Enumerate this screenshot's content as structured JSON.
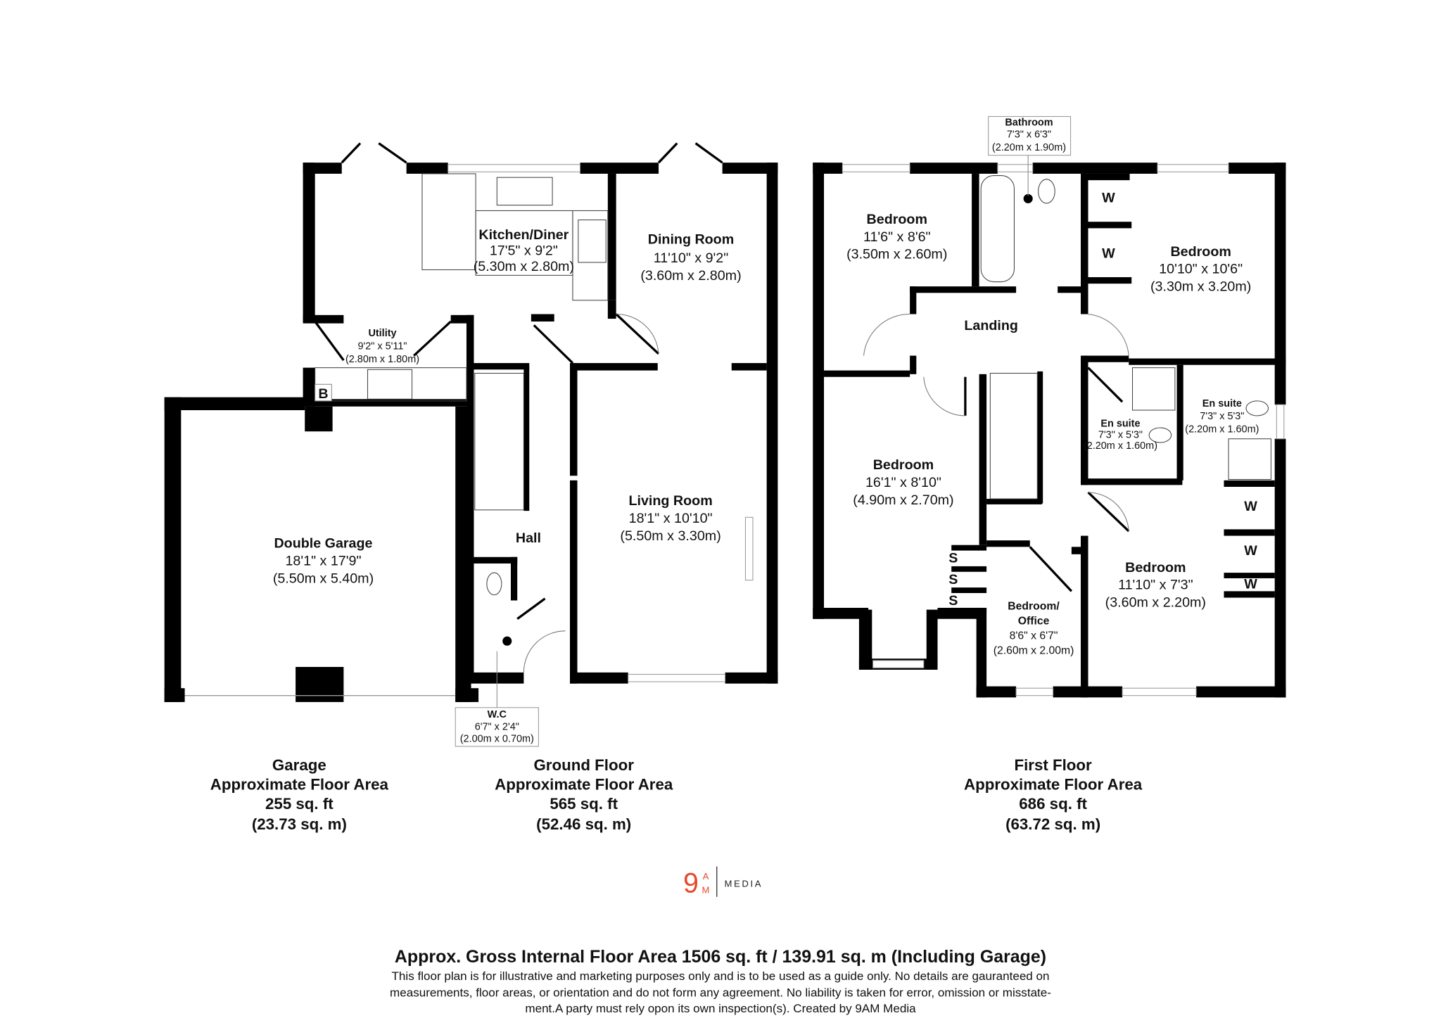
{
  "rooms": {
    "kitchen": {
      "name": "Kitchen/Diner",
      "imperial": "17'5\" x 9'2\"",
      "metric": "(5.30m x 2.80m)"
    },
    "dining": {
      "name": "Dining Room",
      "imperial": "11'10\" x 9'2\"",
      "metric": "(3.60m x 2.80m)"
    },
    "utility": {
      "name": "Utility",
      "imperial": "9'2\" x 5'11\"",
      "metric": "(2.80m x 1.80m)"
    },
    "living": {
      "name": "Living Room",
      "imperial": "18'1\" x 10'10\"",
      "metric": "(5.50m x 3.30m)"
    },
    "hall": {
      "name": "Hall"
    },
    "garage": {
      "name": "Double Garage",
      "imperial": "18'1\" x 17'9\"",
      "metric": "(5.50m x 5.40m)"
    },
    "wc": {
      "name": "W.C",
      "imperial": "6'7\" x 2'4\"",
      "metric": "(2.00m x 0.70m)"
    },
    "boiler": {
      "name": "B"
    },
    "bathroom": {
      "name": "Bathroom",
      "imperial": "7'3\" x 6'3\"",
      "metric": "(2.20m x 1.90m)"
    },
    "bedroom1": {
      "name": "Bedroom",
      "imperial": "11'6\" x 8'6\"",
      "metric": "(3.50m x 2.60m)"
    },
    "bedroom2": {
      "name": "Bedroom",
      "imperial": "10'10\" x 10'6\"",
      "metric": "(3.30m x 3.20m)"
    },
    "landing": {
      "name": "Landing"
    },
    "bedroom3": {
      "name": "Bedroom",
      "imperial": "16'1\" x 8'10\"",
      "metric": "(4.90m x 2.70m)"
    },
    "ensuite1": {
      "name": "En suite",
      "imperial": "7'3\" x 5'3\"",
      "metric": "(2.20m x 1.60m)"
    },
    "ensuite2": {
      "name": "En suite",
      "imperial": "7'3\" x 5'3\"",
      "metric": "(2.20m x 1.60m)"
    },
    "office": {
      "name1": "Bedroom/",
      "name2": "Office",
      "imperial": "8'6\" x 6'7\"",
      "metric": "(2.60m x 2.00m)"
    },
    "bedroom4": {
      "name": "Bedroom",
      "imperial": "11'10\" x 7'3\"",
      "metric": "(3.60m x 2.20m)"
    },
    "wardrobe_label": "W",
    "storage_label": "S"
  },
  "floors": [
    {
      "name": "Garage",
      "label": "Approximate Floor Area",
      "sqft": "255 sq. ft",
      "sqm": "(23.73 sq. m)"
    },
    {
      "name": "Ground Floor",
      "label": "Approximate Floor Area",
      "sqft": "565 sq. ft",
      "sqm": "(52.46 sq. m)"
    },
    {
      "name": "First Floor",
      "label": "Approximate Floor Area",
      "sqft": "686 sq. ft",
      "sqm": "(63.72 sq. m)"
    }
  ],
  "logo": {
    "mark": "9",
    "a": "A",
    "m": "M",
    "text": "MEDIA",
    "color": "#e8482a"
  },
  "footer": {
    "title": "Approx. Gross Internal Floor Area 1506 sq. ft / 139.91 sq. m (Including Garage)",
    "line1": "This floor plan is for illustrative and marketing purposes only and is to be used as a guide only. No details are gauranteed on",
    "line2": "measurements, floor areas, or orientation and do not form any agreement. No liability is taken for error, omission or misstate-",
    "line3": "ment.A party must rely opon its own inspection(s). Created by 9AM Media"
  }
}
